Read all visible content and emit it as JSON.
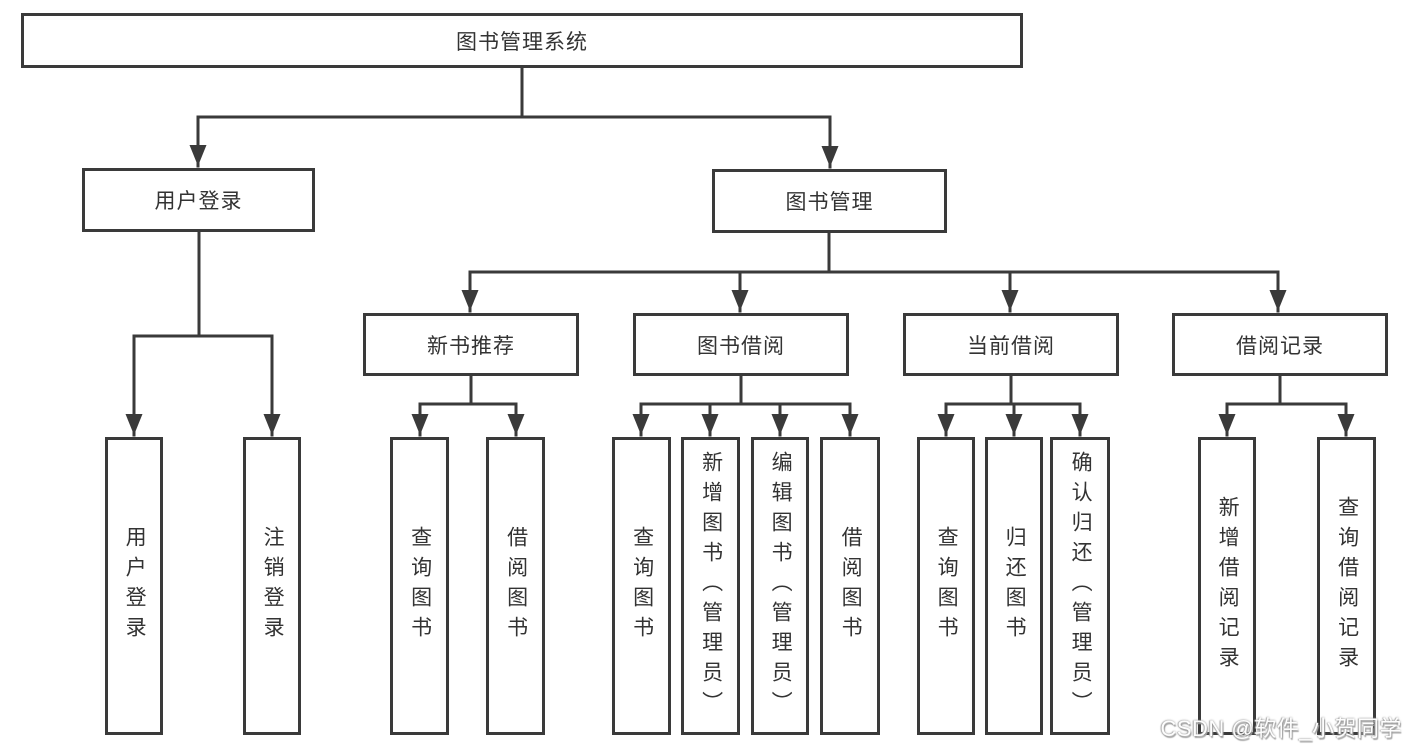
{
  "diagram": {
    "root": {
      "label": "图书管理系统"
    },
    "branches": [
      {
        "label": "用户登录",
        "children": [
          {
            "label": "用户登录"
          },
          {
            "label": "注销登录"
          }
        ]
      },
      {
        "label": "图书管理",
        "children": [
          {
            "label": "新书推荐",
            "children": [
              {
                "label": "查询图书"
              },
              {
                "label": "借阅图书"
              }
            ]
          },
          {
            "label": "图书借阅",
            "children": [
              {
                "label": "查询图书"
              },
              {
                "label": "新增图书（管理员）"
              },
              {
                "label": "编辑图书（管理员）"
              },
              {
                "label": "借阅图书"
              }
            ]
          },
          {
            "label": "当前借阅",
            "children": [
              {
                "label": "查询图书"
              },
              {
                "label": "归还图书"
              },
              {
                "label": "确认归还（管理员）"
              }
            ]
          },
          {
            "label": "借阅记录",
            "children": [
              {
                "label": "新增借阅记录"
              },
              {
                "label": "查询借阅记录"
              }
            ]
          }
        ]
      }
    ]
  },
  "watermark": {
    "text": "CSDN @软件_小贺同学"
  },
  "colors": {
    "line": "#3a3a3a",
    "text": "#333333",
    "background": "#ffffff"
  }
}
